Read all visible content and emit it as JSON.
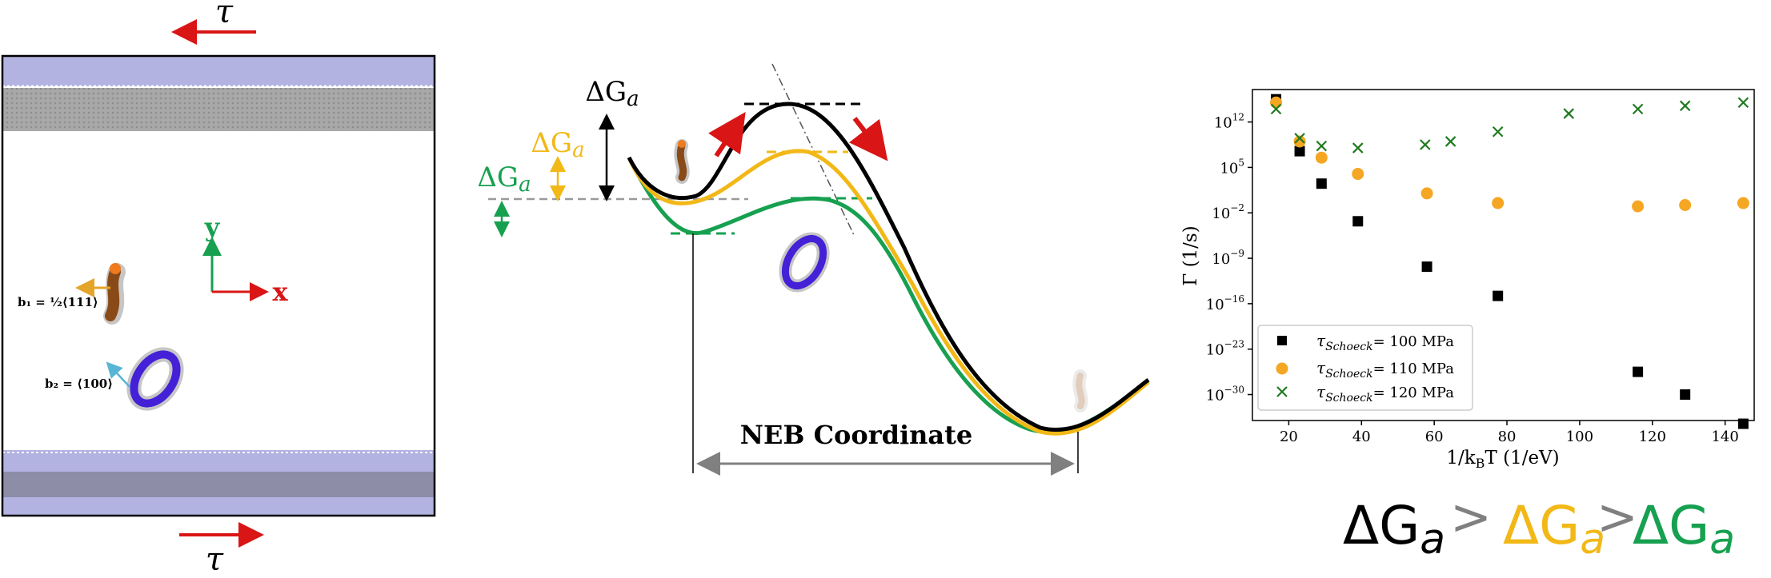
{
  "colors": {
    "black": "#000000",
    "yellow": "#f2b817",
    "green": "#17a050",
    "red": "#d91515",
    "grey": "#808080",
    "orange_marker": "#f5a623",
    "cross_green": "#1f7a1f",
    "band_lavender": "#b3b3e2",
    "band_grey": "#a5a5a5",
    "loop_blue": "#4421d6",
    "b1_arrow": "#e4a42a",
    "b2_arrow": "#58b6d4"
  },
  "panel_left": {
    "tau": "τ",
    "axis_y": "y",
    "axis_x": "x",
    "b1_label": "b₁ = ½⟨111⟩",
    "b2_label": "b₂ = ⟨100⟩"
  },
  "panel_middle": {
    "dGa_black": "ΔGa",
    "dGa_yellow": "ΔGa",
    "dGa_green": "ΔGa",
    "neb_label": "NEB Coordinate"
  },
  "inequality": {
    "term1": "ΔGa",
    "op1": ">",
    "term2": "ΔGa",
    "op2": ">",
    "term3": "ΔGa"
  },
  "chart_data": {
    "type": "scatter",
    "xlabel": "1/k_BT (1/eV)",
    "ylabel": "Γ (1/s)",
    "xlim": [
      10,
      148
    ],
    "ylim_log10": [
      -34,
      17
    ],
    "x_ticks": [
      20,
      40,
      60,
      80,
      100,
      120,
      140
    ],
    "y_tick_exponents": [
      12,
      5,
      -2,
      -9,
      -16,
      -23,
      -30
    ],
    "legend_position": "lower-left",
    "series": [
      {
        "name": "τSchoeck = 100 MPa",
        "legend_label": "= 100 MPa",
        "marker": "square",
        "color": "#000000",
        "x": [
          16.5,
          23,
          29,
          39,
          58,
          77.5,
          116,
          129,
          145
        ],
        "log10_y": [
          15.5,
          7.5,
          2.5,
          -3.3,
          -10.3,
          -14.8,
          -26.5,
          -30,
          -34.5
        ]
      },
      {
        "name": "τSchoeck = 110 MPa",
        "legend_label": "= 110 MPa",
        "marker": "circle",
        "color": "#f5a623",
        "x": [
          16.5,
          23,
          29,
          39,
          58,
          77.5,
          116,
          129,
          145
        ],
        "log10_y": [
          15,
          9,
          6.5,
          4,
          1,
          -0.5,
          -1,
          -0.8,
          -0.5
        ]
      },
      {
        "name": "τSchoeck = 120 MPa",
        "legend_label": "= 120 MPa",
        "marker": "x",
        "color": "#1f7a1f",
        "x": [
          16.5,
          23,
          29,
          39,
          57.5,
          64.5,
          77.5,
          97,
          116,
          129,
          145
        ],
        "log10_y": [
          14,
          9.5,
          8.3,
          8,
          8.5,
          9,
          10.5,
          13.3,
          14,
          14.5,
          15
        ]
      }
    ]
  }
}
